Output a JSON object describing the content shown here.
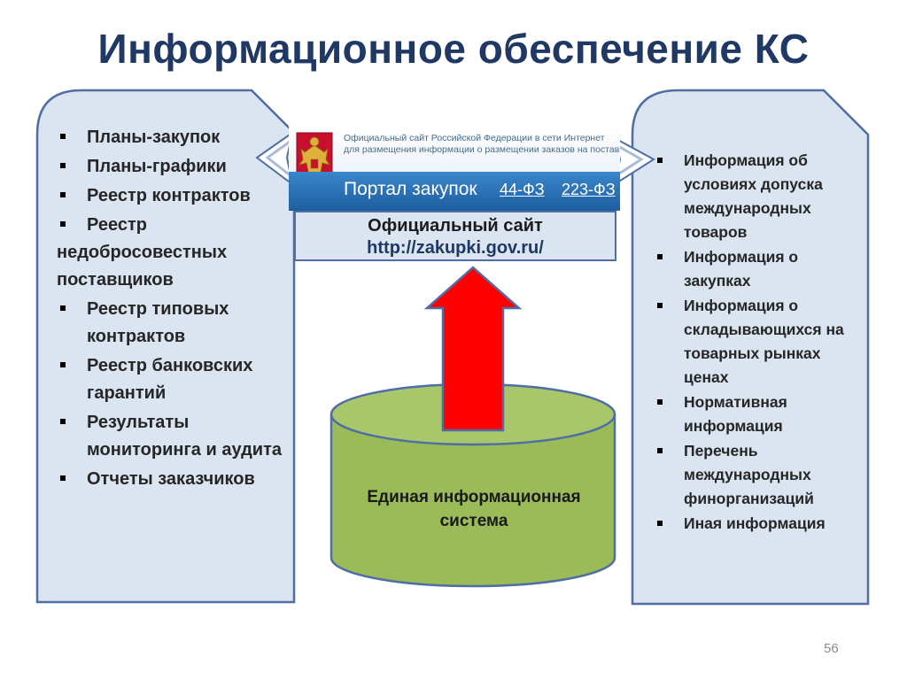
{
  "title": "Информационное обеспечение КС",
  "left_panel": {
    "items": [
      "Планы-закупок",
      "Планы-графики",
      "Реестр контрактов",
      "Реестр недобросовестных поставщиков",
      "Реестр типовых контрактов",
      "Реестр банковских гарантий",
      "Результаты мониторинга и аудита",
      "Отчеты заказчиков"
    ]
  },
  "portal": {
    "banner_line1": "Официальный сайт Российской Федерации в сети Интернет",
    "banner_line2": "для размещения информации о размещении заказов на поставки товаров, вы",
    "portal_label": "Портал закупок",
    "law_1": "44-ФЗ",
    "law_2": "223-ФЗ",
    "site_title": "Официальный сайт",
    "site_url": "http://zakupki.gov.ru/"
  },
  "eis": {
    "label": "Единая информационная система"
  },
  "right_panel": {
    "items": [
      "Информация об условиях допуска международных товаров",
      "Информация о закупках",
      "Информация о складывающихся на товарных рынках ценах",
      "Нормативная информация",
      "Перечень международных финорганизаций",
      "Иная информация"
    ]
  },
  "page_number": "56",
  "colors": {
    "title": "#1f3864",
    "panel_fill": "#dbe5f1",
    "panel_border": "#4f6ea3",
    "cylinder": "#9bbb59",
    "arrow": "#ff0000",
    "banner_bar": "#2a6fb5"
  }
}
